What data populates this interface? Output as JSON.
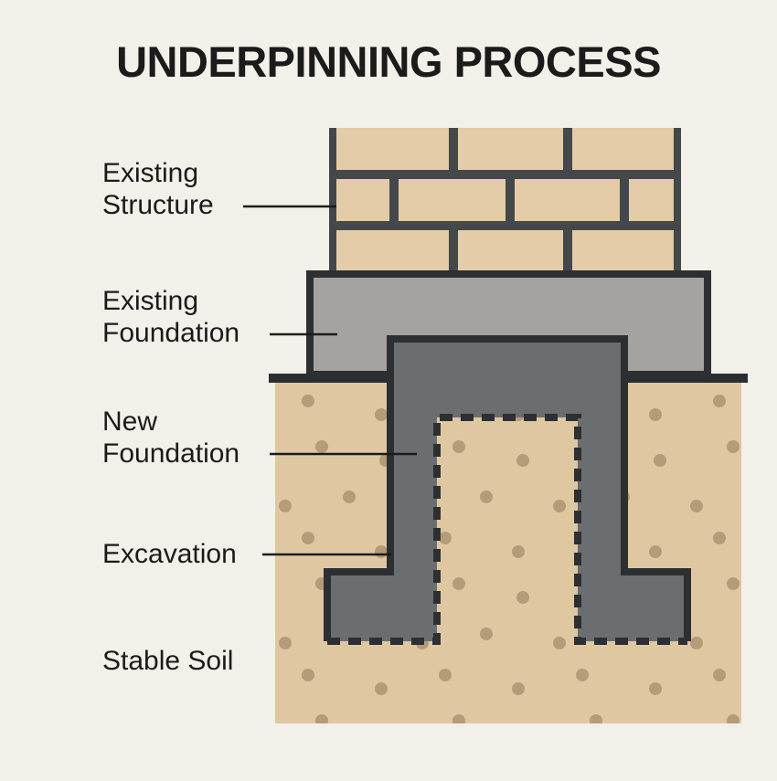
{
  "title": "UNDERPINNING PROCESS",
  "diagram": {
    "labels": [
      {
        "id": "existing-structure",
        "text": "Existing Structure"
      },
      {
        "id": "existing-foundation",
        "text": "Existing Foundation"
      },
      {
        "id": "new-foundation",
        "text": "New Foundation"
      },
      {
        "id": "excavation",
        "text": "Excavation"
      },
      {
        "id": "stable-soil",
        "text": "Stable Soil"
      }
    ],
    "colors": {
      "background": "#f3f0ea",
      "brick": "#e3cca7",
      "mortar": "#45484b",
      "existing_foundation": "#a5a39f",
      "new_foundation": "#6b6e70",
      "outline": "#2d3032",
      "ground_line": "#2b2e30",
      "soil": "#dfc7a2",
      "soil_dot": "#b59c78",
      "text": "#1b1b1b"
    }
  }
}
